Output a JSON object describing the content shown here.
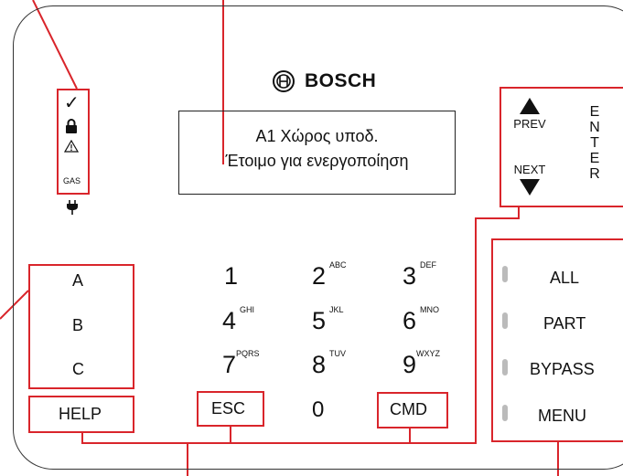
{
  "brand": "BOSCH",
  "display": {
    "line1": "A1 Χώρος υποδ.",
    "line2": "Έτοιμο για ενεργοποίηση"
  },
  "status_icons": {
    "icons": [
      "check-icon",
      "lock-icon",
      "warning-icon",
      "gas-icon",
      "power-plug-icon"
    ],
    "gas_label": "GAS"
  },
  "nav": {
    "prev": "PREV",
    "next": "NEXT",
    "enter": [
      "E",
      "N",
      "T",
      "E",
      "R"
    ]
  },
  "function_keys": [
    "A",
    "B",
    "C"
  ],
  "keypad": [
    {
      "num": "1",
      "sub": ""
    },
    {
      "num": "2",
      "sub": "ABC"
    },
    {
      "num": "3",
      "sub": "DEF"
    },
    {
      "num": "4",
      "sub": "GHI"
    },
    {
      "num": "5",
      "sub": "JKL"
    },
    {
      "num": "6",
      "sub": "MNO"
    },
    {
      "num": "7",
      "sub": "PQRS"
    },
    {
      "num": "8",
      "sub": "TUV"
    },
    {
      "num": "9",
      "sub": "WXYZ"
    },
    {
      "num": "0",
      "sub": ""
    }
  ],
  "bottom": {
    "help": "HELP",
    "esc": "ESC",
    "cmd": "CMD"
  },
  "mode_keys": [
    "ALL",
    "PART",
    "BYPASS",
    "MENU"
  ],
  "colors": {
    "highlight": "#d9252b",
    "outline": "#333333",
    "led": "#bbbbbb"
  }
}
